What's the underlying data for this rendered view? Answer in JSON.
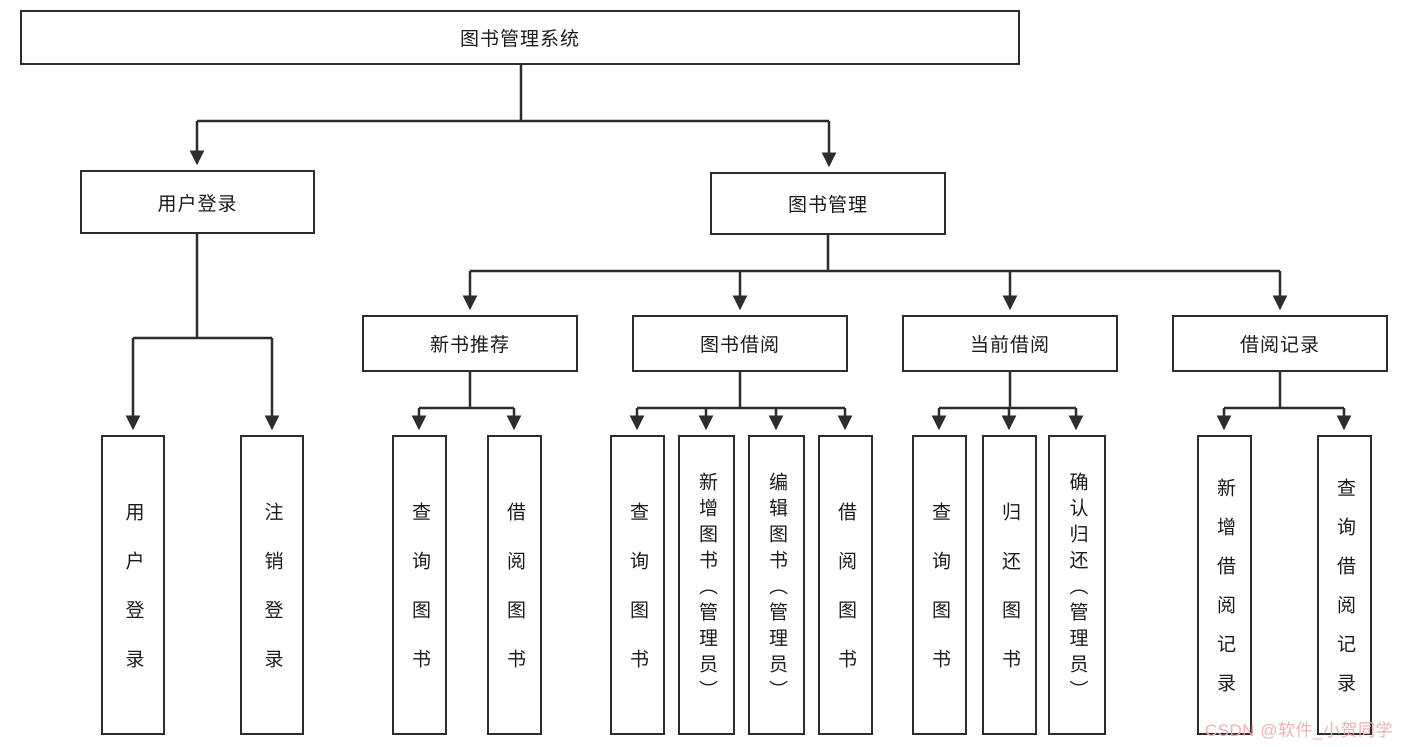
{
  "diagram": {
    "root": "图书管理系统",
    "branches": {
      "user_login": "用户登录",
      "book_mgmt": "图书管理"
    },
    "user_login_children": [
      "用户登录",
      "注销登录"
    ],
    "book_mgmt_children": [
      "新书推荐",
      "图书借阅",
      "当前借阅",
      "借阅记录"
    ],
    "new_book_leaves": [
      "查询图书",
      "借阅图书"
    ],
    "book_borrow_leaves": [
      "查询图书",
      "新增图书（管理员）",
      "编辑图书（管理员）",
      "借阅图书"
    ],
    "current_borrow_leaves": [
      "查询图书",
      "归还图书",
      "确认归还（管理员）"
    ],
    "borrow_record_leaves": [
      "新增借阅记录",
      "查询借阅记录"
    ]
  },
  "watermark": "CSDN @软件_小贺同学",
  "colors": {
    "line": "#2d2d2d",
    "box_border": "#2d2d2d",
    "text": "#1a1a1a",
    "watermark": "#f0b0b0",
    "background": "#ffffff"
  }
}
